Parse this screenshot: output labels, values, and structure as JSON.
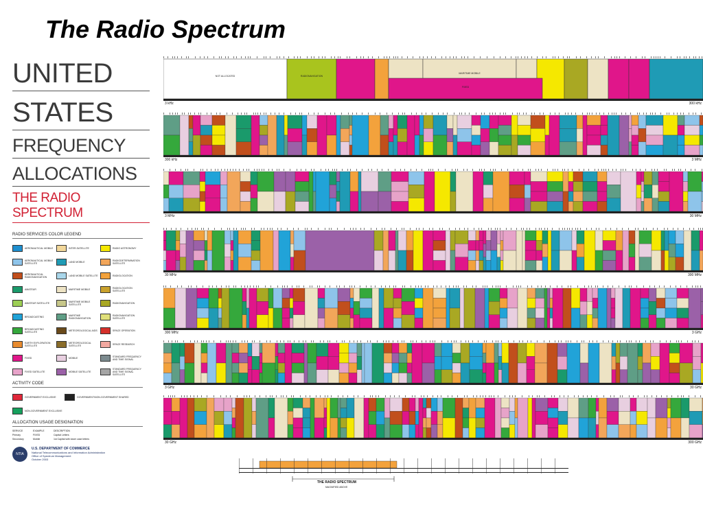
{
  "slide_title": "The Radio Spectrum",
  "heading": {
    "line1": "UNITED",
    "line2": "STATES",
    "line3": "FREQUENCY",
    "line4": "ALLOCATIONS",
    "line5": "THE RADIO SPECTRUM"
  },
  "legend": {
    "title": "RADIO SERVICES COLOR LEGEND",
    "items": [
      {
        "label": "AERONAUTICAL MOBILE",
        "color": "#1e8fcf"
      },
      {
        "label": "INTER-SATELLITE",
        "color": "#f2d79a"
      },
      {
        "label": "RADIO ASTRONOMY",
        "color": "#f5e800"
      },
      {
        "label": "AERONAUTICAL MOBILE SATELLITE",
        "color": "#8ec4ea"
      },
      {
        "label": "LAND MOBILE",
        "color": "#1f9bb5"
      },
      {
        "label": "RADIODETERMINATION SATELLITE",
        "color": "#f2a65a"
      },
      {
        "label": "AERONAUTICAL RADIONAVIGATION",
        "color": "#c14f1c"
      },
      {
        "label": "LAND MOBILE SATELLITE",
        "color": "#a9d6ea"
      },
      {
        "label": "RADIOLOCATION",
        "color": "#f3a23c"
      },
      {
        "label": "AMATEUR",
        "color": "#1a9a6b"
      },
      {
        "label": "MARITIME MOBILE",
        "color": "#ede3c4"
      },
      {
        "label": "RADIOLOCATION SATELLITE",
        "color": "#c9a12c"
      },
      {
        "label": "AMATEUR SATELLITE",
        "color": "#9dcf55"
      },
      {
        "label": "MARITIME MOBILE SATELLITE",
        "color": "#c7c78a"
      },
      {
        "label": "RADIONAVIGATION",
        "color": "#a9a823"
      },
      {
        "label": "BROADCASTING",
        "color": "#21a3d8"
      },
      {
        "label": "MARITIME RADIONAVIGATION",
        "color": "#5f9e86"
      },
      {
        "label": "RADIONAVIGATION SATELLITE",
        "color": "#e0e07a"
      },
      {
        "label": "BROADCASTING SATELLITE",
        "color": "#35a83c"
      },
      {
        "label": "METEOROLOGICAL AIDS",
        "color": "#6a4a1a"
      },
      {
        "label": "SPACE OPERATION",
        "color": "#d5302a"
      },
      {
        "label": "EARTH EXPLORATION SATELLITE",
        "color": "#e88b2f"
      },
      {
        "label": "METEOROLOGICAL SATELLITE",
        "color": "#8a6d2a"
      },
      {
        "label": "SPACE RESEARCH",
        "color": "#f2a8a0"
      },
      {
        "label": "FIXED",
        "color": "#e0168a"
      },
      {
        "label": "MOBILE",
        "color": "#e8cfe0"
      },
      {
        "label": "STANDARD FREQUENCY AND TIME SIGNAL",
        "color": "#7b8a8e"
      },
      {
        "label": "FIXED SATELLITE",
        "color": "#e7a3c9"
      },
      {
        "label": "MOBILE SATELLITE",
        "color": "#9b61a8"
      },
      {
        "label": "STANDARD FREQUENCY AND TIME SIGNAL SATELLITE",
        "color": "#a5a5a5"
      }
    ]
  },
  "activity": {
    "title": "ACTIVITY CODE",
    "items": [
      {
        "label": "GOVERNMENT EXCLUSIVE",
        "color": "#e0283a"
      },
      {
        "label": "GOVERNMENT/NON-GOVERNMENT SHARED",
        "color": "#222222"
      },
      {
        "label": "NON-GOVERNMENT EXCLUSIVE",
        "color": "#16a05d"
      }
    ]
  },
  "usage": {
    "title": "ALLOCATION USAGE DESIGNATION",
    "headers": [
      "SERVICE",
      "EXAMPLE",
      "DESCRIPTION"
    ],
    "rows": [
      [
        "Primary",
        "FIXED",
        "Capital Letters"
      ],
      [
        "Secondary",
        "Mobile",
        "1st Capital with lower case letters"
      ]
    ]
  },
  "agency": {
    "seal": "NTIA",
    "line1": "U.S. DEPARTMENT OF COMMERCE",
    "line2": "National Telecommunications and Information Administration",
    "line3": "Office of Spectrum Management",
    "line4": "October 2003"
  },
  "bands": [
    {
      "start": "3 kHz",
      "end": "300 kHz"
    },
    {
      "start": "300 kHz",
      "end": "3 MHz"
    },
    {
      "start": "3 MHz",
      "end": "30 MHz"
    },
    {
      "start": "30 MHz",
      "end": "300 MHz"
    },
    {
      "start": "300 MHz",
      "end": "3 GHz"
    },
    {
      "start": "3 GHz",
      "end": "30 GHz"
    },
    {
      "start": "30 GHz",
      "end": "300 GHz"
    }
  ],
  "band1_labels": {
    "not_allocated": "NOT ALLOCATED",
    "radionav": "RADIONAVIGATION",
    "fixed": "FIXED",
    "maritime_mobile": "MARITIME MOBILE"
  },
  "spectrum_caption": "THE RADIO SPECTRUM",
  "spectrum_sub": "MAGNIFIED ABOVE"
}
